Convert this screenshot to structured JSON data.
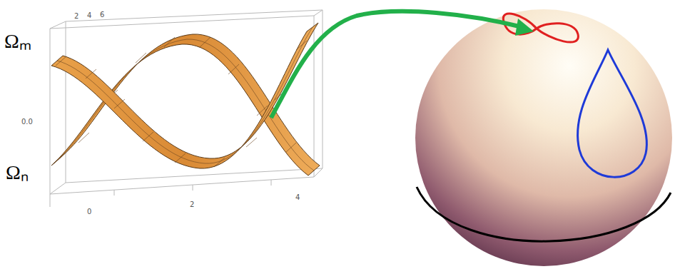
{
  "diagram": {
    "labels": [
      "Ωₘ",
      "Ωₙ",
      "2",
      "4",
      "6",
      "0.0",
      "0",
      "2",
      "4"
    ]
  }
}
